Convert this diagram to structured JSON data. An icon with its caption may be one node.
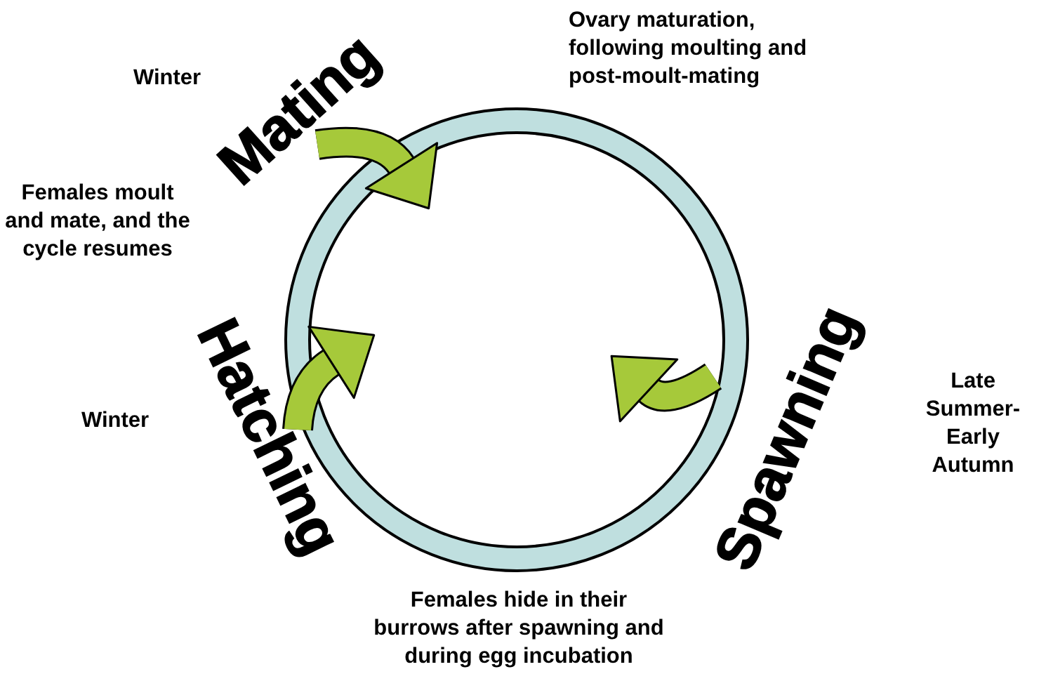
{
  "diagram": {
    "labels": [
      "Ovary maturation, following moulting and post-moult-mating",
      "Winter",
      "Mating",
      "Females moult and mate, and the cycle resumes",
      "Spawning",
      "Late Summer- Early Autumn",
      "Hatching",
      "Winter",
      "Females hide in their burrows after spawning and during egg incubation"
    ]
  }
}
